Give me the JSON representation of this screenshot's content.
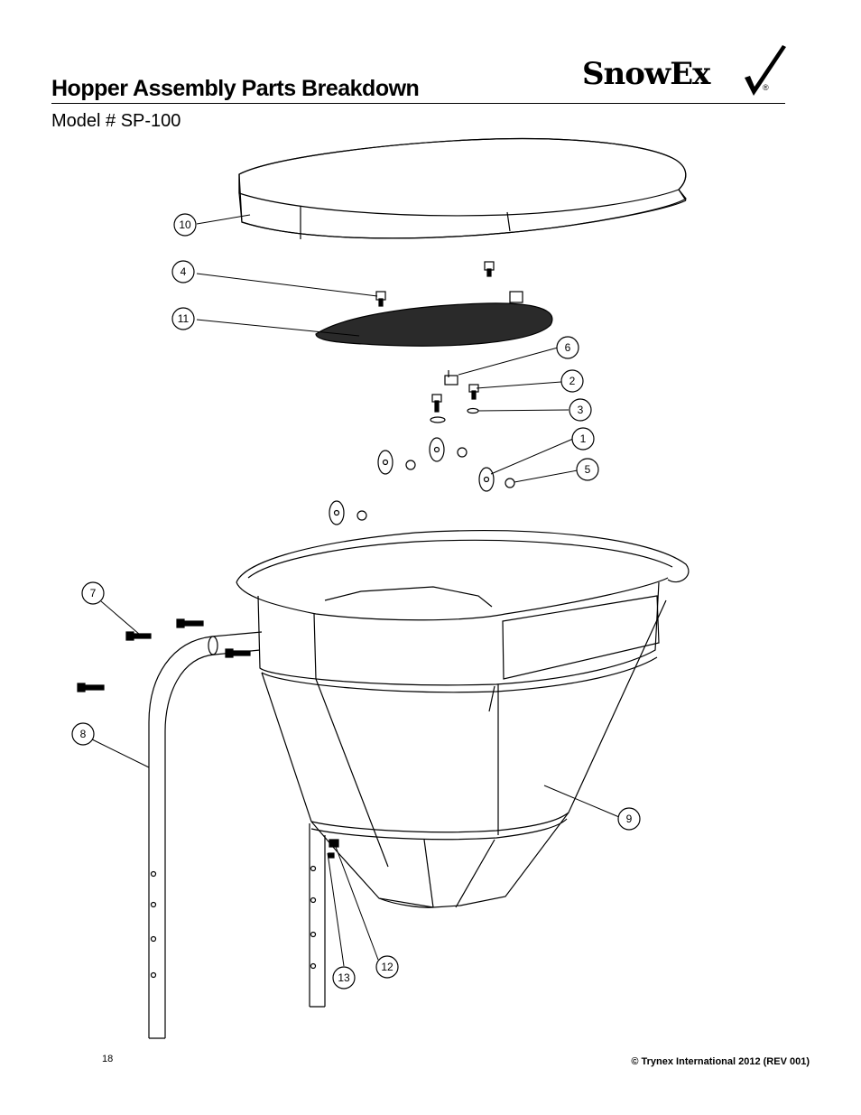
{
  "header": {
    "title": "Hopper Assembly Parts Breakdown",
    "subtitle": "Model # SP-100",
    "logo_text": "SnowEx",
    "logo_registered": "®"
  },
  "callouts": [
    "10",
    "4",
    "11",
    "6",
    "2",
    "3",
    "1",
    "5",
    "7",
    "8",
    "9",
    "12",
    "13"
  ],
  "footer": {
    "page_number": "18",
    "copyright": "© Trynex International 2012  (REV 001)"
  }
}
